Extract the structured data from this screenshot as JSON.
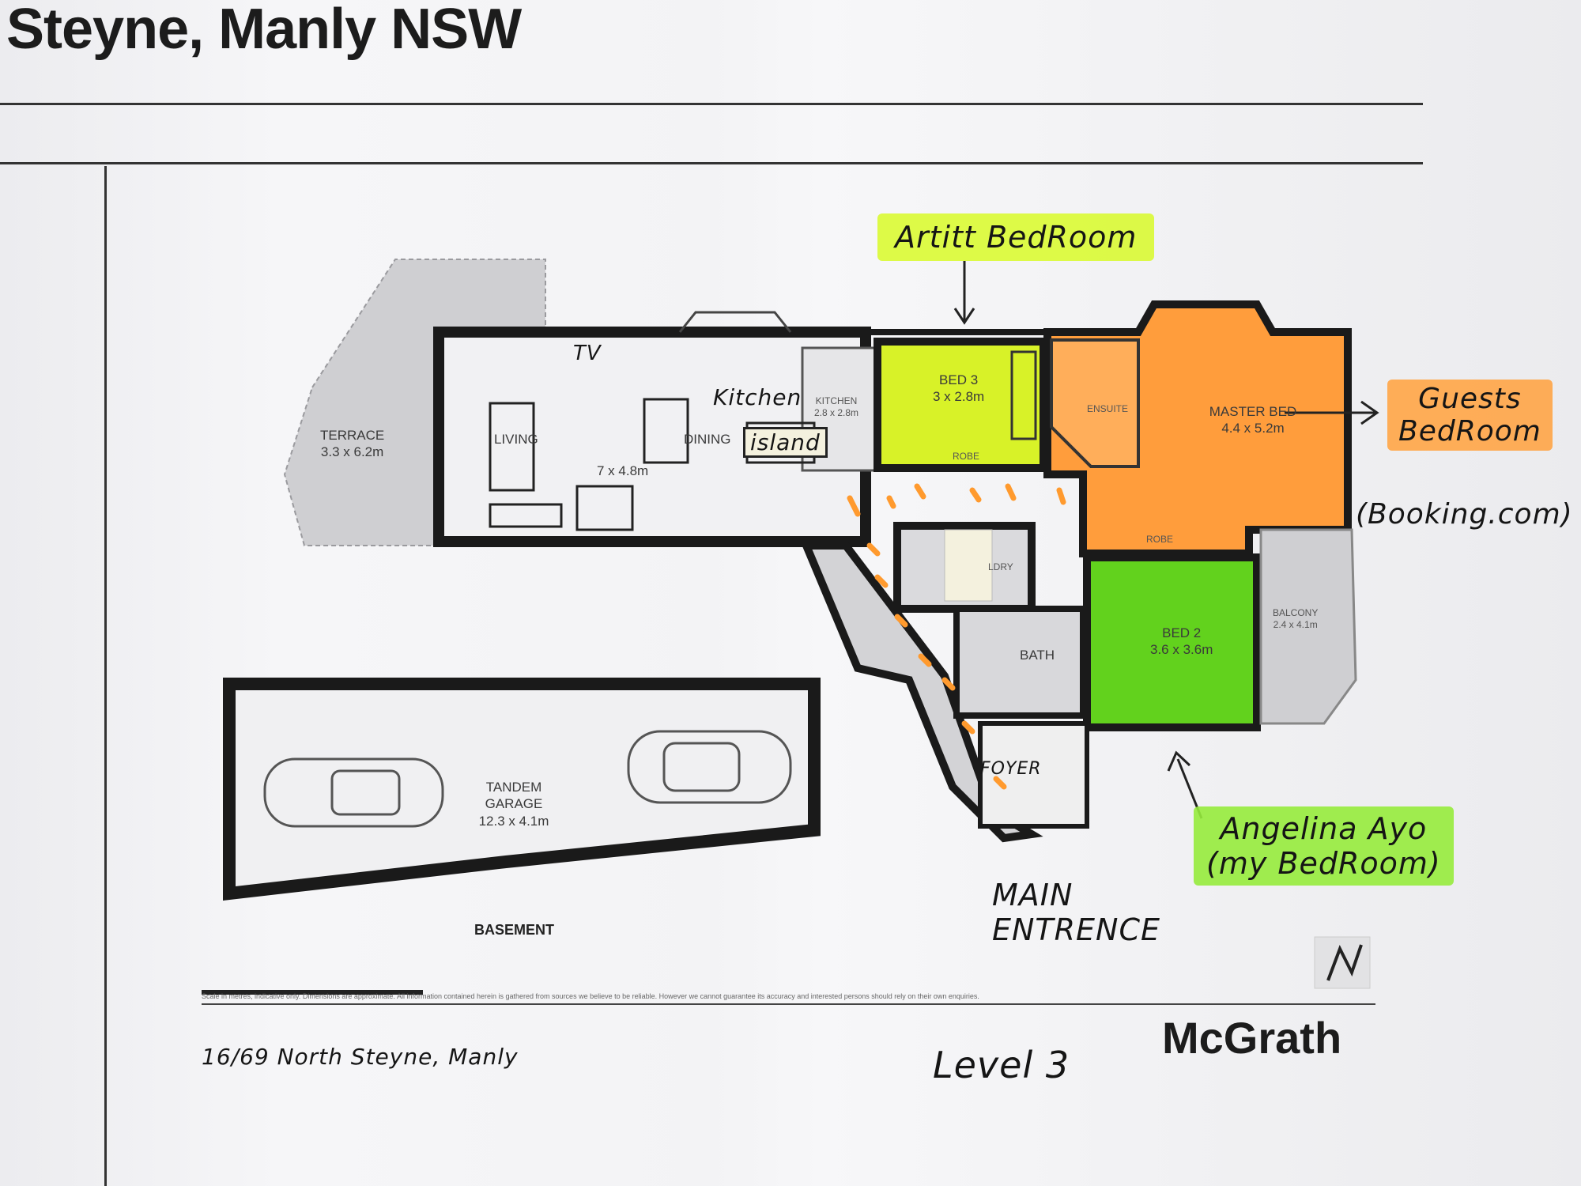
{
  "header": {
    "title": "Steyne, Manly NSW"
  },
  "rooms": {
    "terrace": {
      "name": "TERRACE",
      "size": "3.3 x 6.2m"
    },
    "living": {
      "name": "LIVING",
      "size": "7 x 4.8m"
    },
    "dining": {
      "name": "DINING"
    },
    "kitchen": {
      "name": "KITCHEN",
      "size": "2.8 x 2.8m"
    },
    "bed3": {
      "name": "BED 3",
      "size": "3 x 2.8m"
    },
    "robe": "ROBE",
    "master": {
      "name": "MASTER BED",
      "size": "4.4 x 5.2m"
    },
    "ensuite": "ENSUITE",
    "laundry": "LDRY",
    "bath": "BATH",
    "bed2": {
      "name": "BED 2",
      "size": "3.6 x 3.6m"
    },
    "balcony": {
      "name": "BALCONY",
      "size": "2.4 x 4.1m"
    },
    "foyer": "FOYER",
    "garage": {
      "name": "TANDEM GARAGE",
      "size": "12.3 x 4.1m"
    },
    "basement": "BASEMENT"
  },
  "annotations": {
    "tv": "TV",
    "kitchen": "Kitchen",
    "island": "island",
    "artist_bedroom": "Artitt BedRoom",
    "guests_bedroom_line1": "Guests",
    "guests_bedroom_line2": "BedRoom",
    "booking": "(Booking.com)",
    "angelina_line1": "Angelina Ayo",
    "angelina_line2": "(my BedRoom)",
    "main_entrance_line1": "MAIN",
    "main_entrance_line2": "ENTRENCE",
    "address": "16/69 North Steyne, Manly",
    "level": "Level 3"
  },
  "footer": {
    "disclaimer": "Scale in metres, indicative only. Dimensions are approximate. All information contained herein is gathered from sources we believe to be reliable. However we cannot guarantee its accuracy and interested persons should rely on their own enquiries.",
    "logo": "McGrath"
  },
  "colors": {
    "artist_highlight": "#d8fa28",
    "guests_highlight": "#ffa546",
    "angelina_highlight": "#96eb3c",
    "wall": "#1a1a1a"
  }
}
